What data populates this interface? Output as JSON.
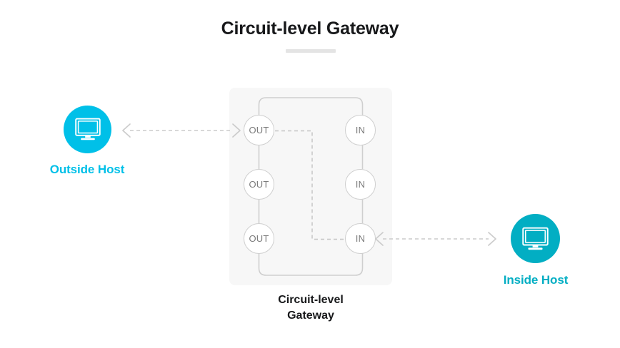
{
  "page": {
    "title": "Circuit-level Gateway",
    "background_color": "#ffffff"
  },
  "colors": {
    "title_text": "#17181a",
    "divider": "#e4e4e4",
    "panel_background": "#f7f7f7",
    "connector_line": "#cfcfcf",
    "port_border": "#cfcfcf",
    "port_text": "#7b7b7b",
    "arrow": "#cccccc",
    "outside_host_accent": "#00c0e8",
    "inside_host_accent": "#02aec3"
  },
  "diagram": {
    "gateway": {
      "caption_line1": "Circuit-level",
      "caption_line2": "Gateway",
      "ports_out": [
        {
          "label": "OUT"
        },
        {
          "label": "OUT"
        },
        {
          "label": "OUT"
        }
      ],
      "ports_in": [
        {
          "label": "IN"
        },
        {
          "label": "IN"
        },
        {
          "label": "IN"
        }
      ]
    },
    "hosts": [
      {
        "id": "outside",
        "label": "Outside Host",
        "icon": "monitor-icon",
        "accent": "#00c0e8"
      },
      {
        "id": "inside",
        "label": "Inside Host",
        "icon": "monitor-icon",
        "accent": "#02aec3"
      }
    ],
    "links": [
      {
        "id": "outside-to-gateway",
        "from": "Outside Host",
        "to": "OUT",
        "style": "dashed",
        "direction": "bidirectional"
      },
      {
        "id": "inside-to-gateway",
        "from": "Inside Host",
        "to": "IN",
        "style": "dashed",
        "direction": "bidirectional"
      },
      {
        "id": "internal-circuit",
        "from": "OUT",
        "to": "IN",
        "style": "dashed",
        "direction": "none"
      }
    ]
  }
}
